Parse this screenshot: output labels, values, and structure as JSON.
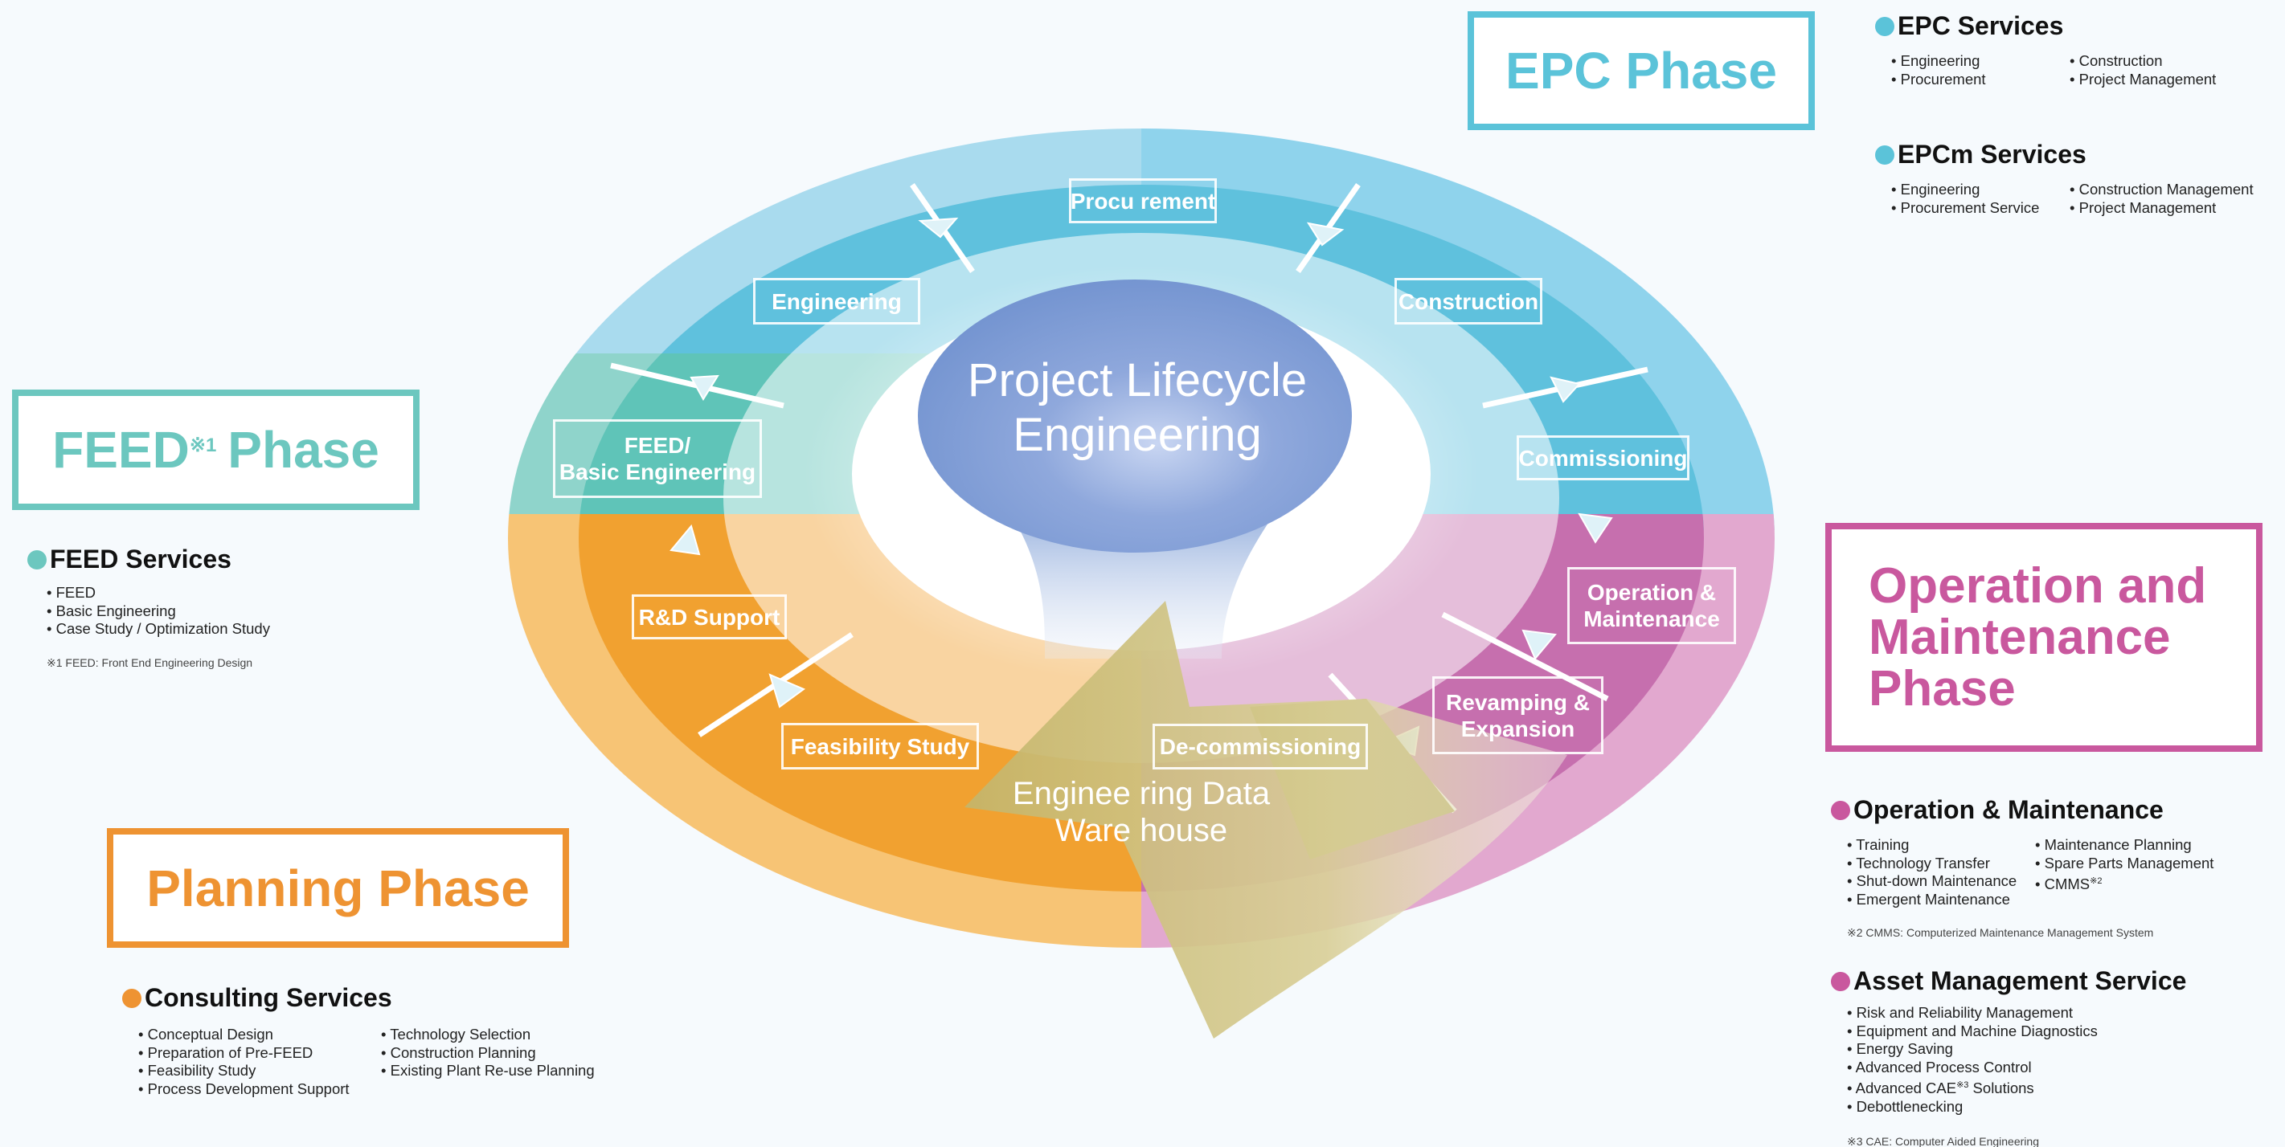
{
  "phases": {
    "epc": "EPC Phase",
    "feed_prefix": "FEED",
    "feed_mark": "※1",
    "feed_suffix": "Phase",
    "planning": "Planning Phase",
    "om_line1": "Operation and",
    "om_line2": "Maintenance",
    "om_line3": "Phase"
  },
  "center": {
    "title_line1": "Project Lifecycle",
    "title_line2": "Engineering",
    "warehouse_line1": "Enginee ring Data",
    "warehouse_line2": "Ware house"
  },
  "stages": {
    "procurement": "Procu rement",
    "engineering": "Engineering",
    "construction": "Construction",
    "commissioning": "Commissioning",
    "feed_line1": "FEED/",
    "feed_line2": "Basic Engineering",
    "rd_support": "R&D Support",
    "feasibility": "Feasibility Study",
    "decommissioning": "De-commissioning",
    "om_line1": "Operation &",
    "om_line2": "Maintenance",
    "revamp_line1": "Revamping &",
    "revamp_line2": "Expansion"
  },
  "services": {
    "epc": {
      "title": "EPC Services",
      "col1": [
        "Engineering",
        "Procurement"
      ],
      "col2": [
        "Construction",
        "Project Management"
      ]
    },
    "epcm": {
      "title": "EPCm Services",
      "col1": [
        "Engineering",
        "Procurement Service"
      ],
      "col2": [
        "Construction Management",
        "Project Management"
      ]
    },
    "feed": {
      "title": "FEED Services",
      "items": [
        "FEED",
        "Basic Engineering",
        "Case Study / Optimization Study"
      ],
      "footnote": "※1 FEED: Front End Engineering Design"
    },
    "consulting": {
      "title": "Consulting Services",
      "col1": [
        "Conceptual Design",
        "Preparation of Pre-FEED",
        "Feasibility Study",
        "Process Development Support"
      ],
      "col2": [
        "Technology Selection",
        "Construction Planning",
        "Existing Plant Re-use Planning"
      ]
    },
    "om": {
      "title": "Operation & Maintenance",
      "col1": [
        "Training",
        "Technology Transfer",
        "Shut-down Maintenance",
        "Emergent Maintenance"
      ],
      "col2": [
        "Maintenance Planning",
        "Spare Parts Management"
      ],
      "cmms": "CMMS",
      "cmms_mark": "※2",
      "footnote": "※2 CMMS: Computerized Maintenance Management System"
    },
    "asset": {
      "title": "Asset Management Service",
      "items": [
        "Risk and Reliability Management",
        "Equipment and Machine Diagnostics",
        "Energy Saving",
        "Advanced Process Control"
      ],
      "cae": "Advanced CAE",
      "cae_mark": "※3",
      "cae_suffix": " Solutions",
      "last": "Debottlenecking",
      "footnote": "※3 CAE: Computer Aided Engineering"
    }
  },
  "colors": {
    "epc": "#5bc3d9",
    "feed": "#6cc7bf",
    "planning": "#ee9332",
    "om": "#c9589e",
    "warehouse": "#a7973a",
    "center": "#7e9fd6"
  }
}
